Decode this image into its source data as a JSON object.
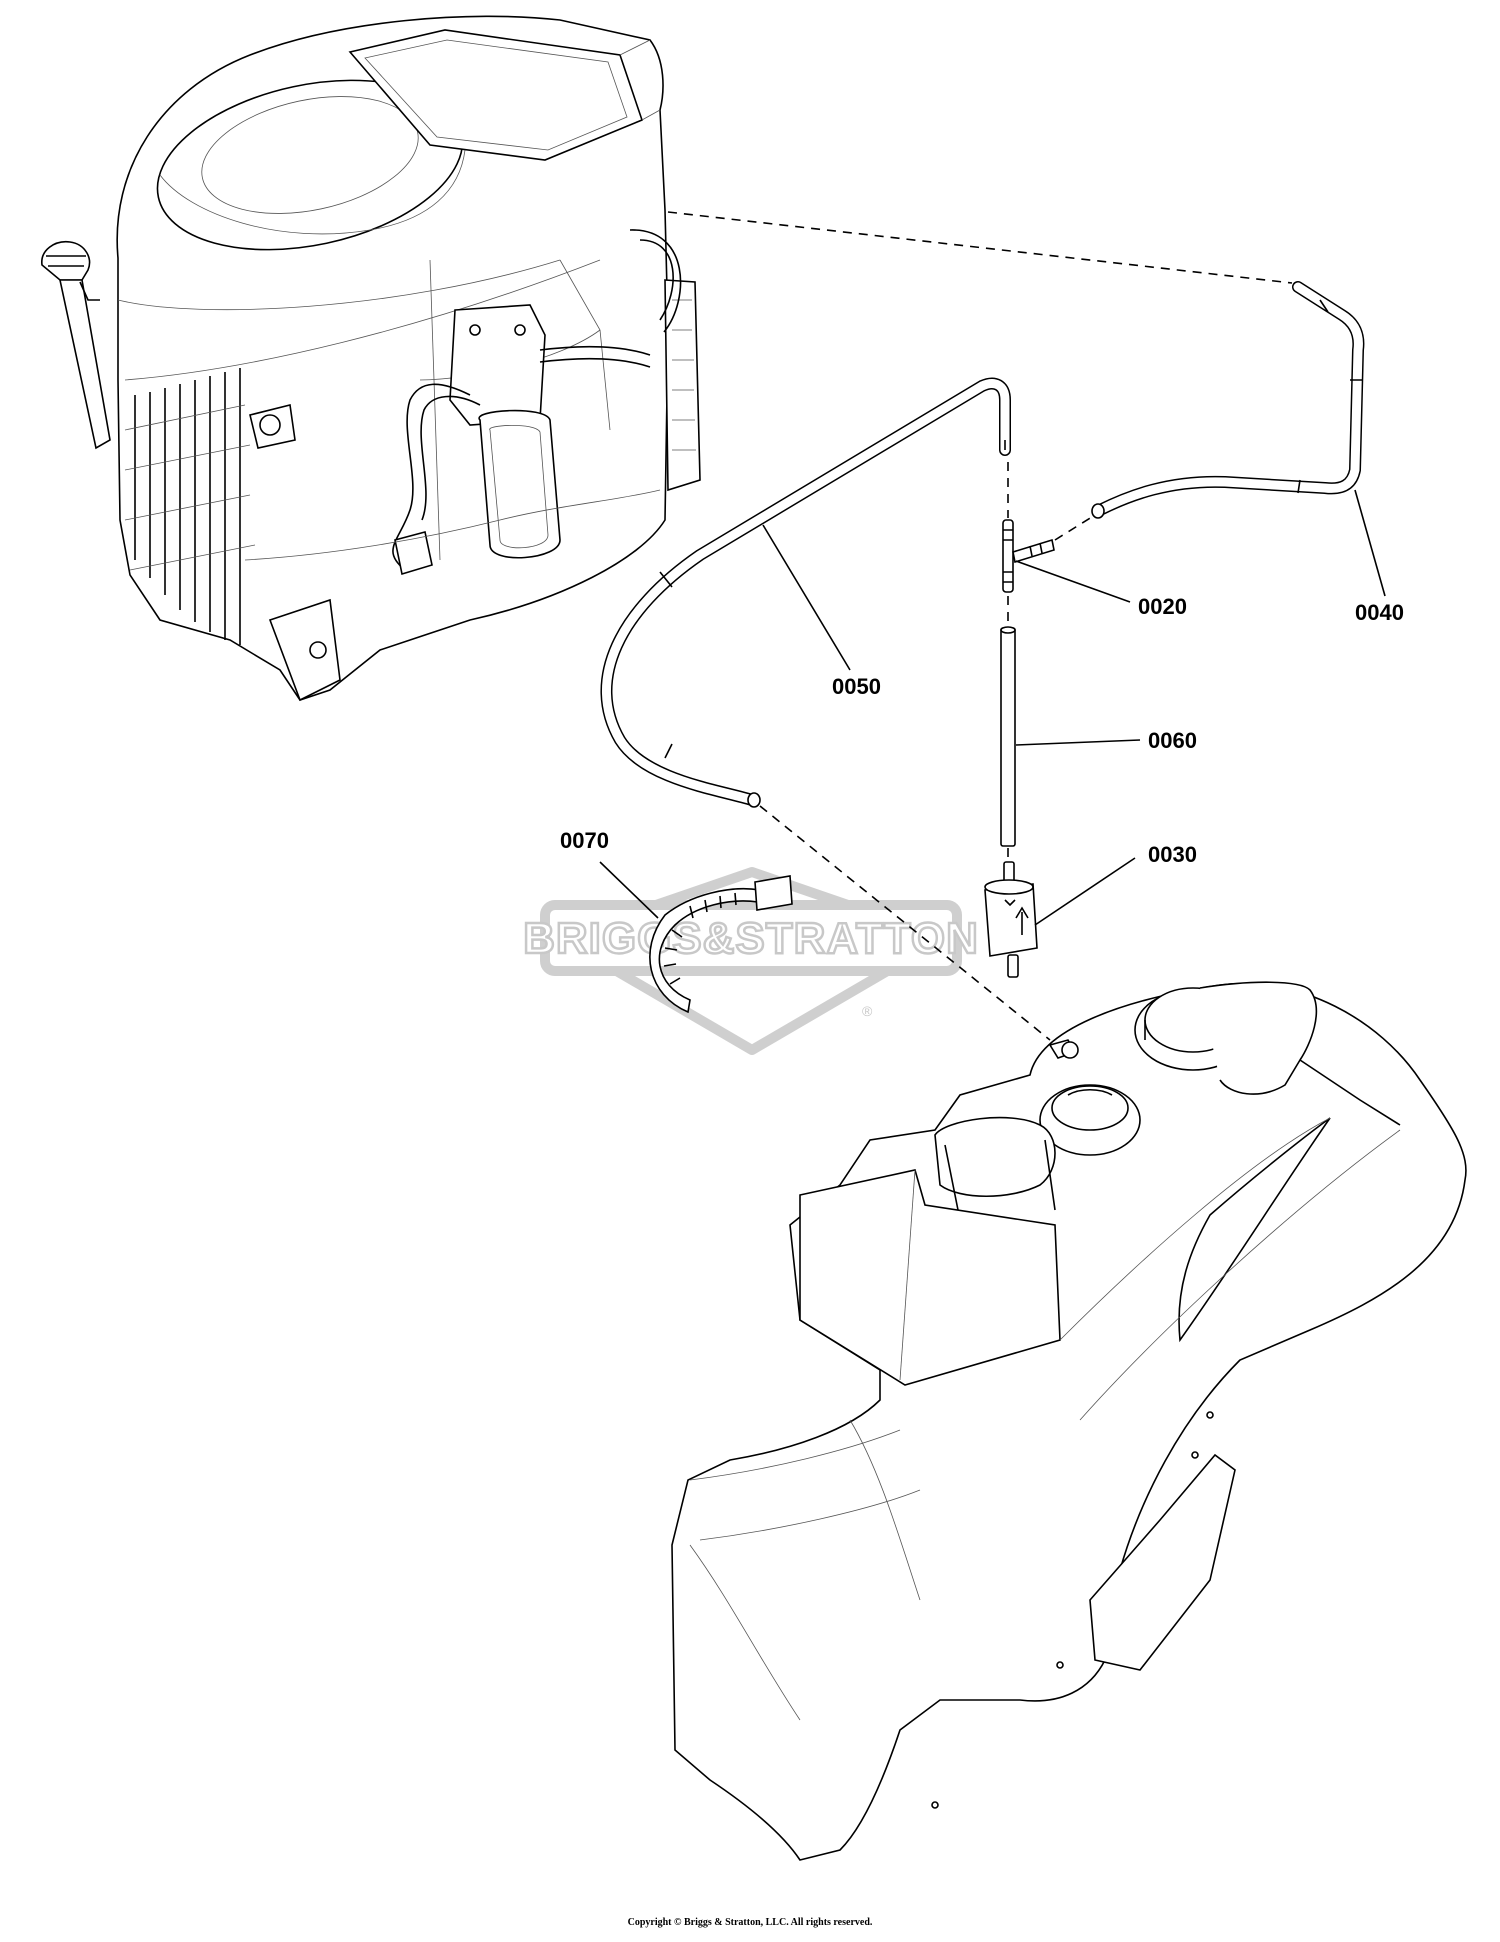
{
  "callouts": {
    "c0020": "0020",
    "c0030": "0030",
    "c0040": "0040",
    "c0050": "0050",
    "c0060": "0060",
    "c0070": "0070"
  },
  "watermark": {
    "brand_text": "BRIGGS&STRATTON",
    "registered_mark": "®"
  },
  "footer": {
    "copyright": "Copyright © Briggs & Stratton, LLC. All rights reserved."
  },
  "colors": {
    "line": "#000000",
    "watermark": "#cfcfcf",
    "background": "#ffffff"
  }
}
